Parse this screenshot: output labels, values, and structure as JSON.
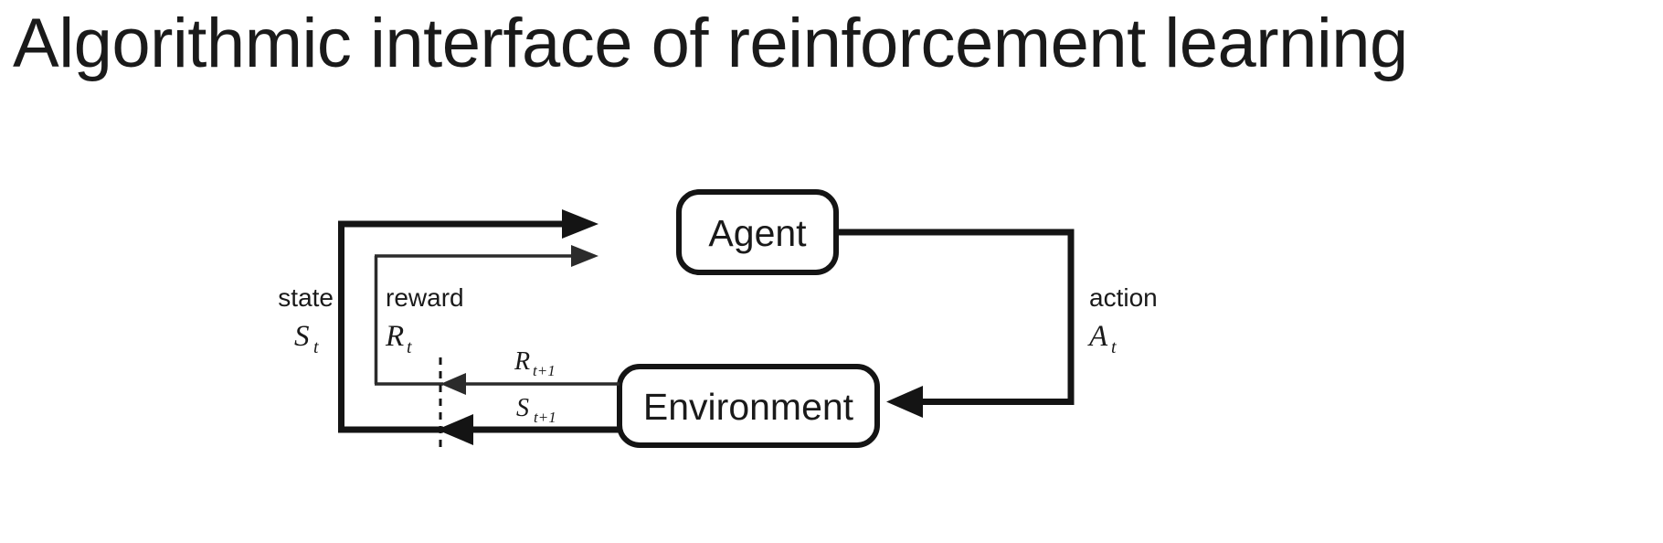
{
  "slide": {
    "title": "Algorithmic interface of reinforcement learning",
    "background_color": "#ffffff",
    "ink_color": "#1a1a1a"
  },
  "diagram": {
    "type": "agent-environment-interaction-loop",
    "nodes": [
      {
        "id": "agent",
        "label": "Agent"
      },
      {
        "id": "environment",
        "label": "Environment"
      }
    ],
    "signals": [
      {
        "id": "state",
        "word": "state",
        "symbol": "S",
        "subscript": "t",
        "weight": "thick",
        "direction": "environment-to-agent"
      },
      {
        "id": "reward",
        "word": "reward",
        "symbol": "R",
        "subscript": "t",
        "weight": "thin",
        "direction": "environment-to-agent"
      },
      {
        "id": "action",
        "word": "action",
        "symbol": "A",
        "subscript": "t",
        "weight": "thick",
        "direction": "agent-to-environment"
      },
      {
        "id": "next-reward",
        "word": "",
        "symbol": "R",
        "subscript": "t+1",
        "weight": "thin",
        "direction": "environment-out"
      },
      {
        "id": "next-state",
        "word": "",
        "symbol": "S",
        "subscript": "t+1",
        "weight": "thick",
        "direction": "environment-out"
      }
    ],
    "labels": {
      "agent": "Agent",
      "environment": "Environment",
      "state_word": "state",
      "state_sym": "S",
      "state_sub": "t",
      "reward_word": "reward",
      "reward_sym": "R",
      "reward_sub": "t",
      "action_word": "action",
      "action_sym": "A",
      "action_sub": "t",
      "next_reward_sym": "R",
      "next_reward_sub": "t+1",
      "next_state_sym": "S",
      "next_state_sub": "t+1"
    },
    "time_boundary": "dashed-vertical-line"
  }
}
